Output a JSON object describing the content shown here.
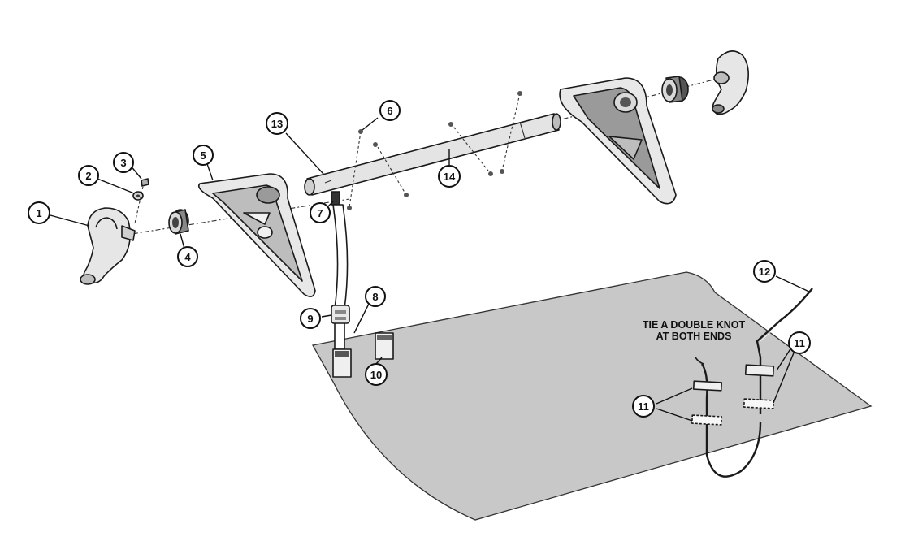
{
  "callouts": [
    {
      "id": "1",
      "label": "1"
    },
    {
      "id": "2",
      "label": "2"
    },
    {
      "id": "3",
      "label": "3"
    },
    {
      "id": "4",
      "label": "4"
    },
    {
      "id": "5",
      "label": "5"
    },
    {
      "id": "6",
      "label": "6"
    },
    {
      "id": "7",
      "label": "7"
    },
    {
      "id": "8",
      "label": "8"
    },
    {
      "id": "9",
      "label": "9"
    },
    {
      "id": "10",
      "label": "10"
    },
    {
      "id": "11a",
      "label": "11"
    },
    {
      "id": "11b",
      "label": "11"
    },
    {
      "id": "12",
      "label": "12"
    },
    {
      "id": "13",
      "label": "13"
    },
    {
      "id": "14",
      "label": "14"
    }
  ],
  "note": {
    "line1": "TIE A DOUBLE KNOT",
    "line2": "AT BOTH ENDS"
  },
  "colors": {
    "line": "#1a1a1a",
    "panel": "#c8c8c8",
    "part_fill": "#d9d9d9",
    "part_dark": "#7a7a7a",
    "background": "#ffffff"
  }
}
